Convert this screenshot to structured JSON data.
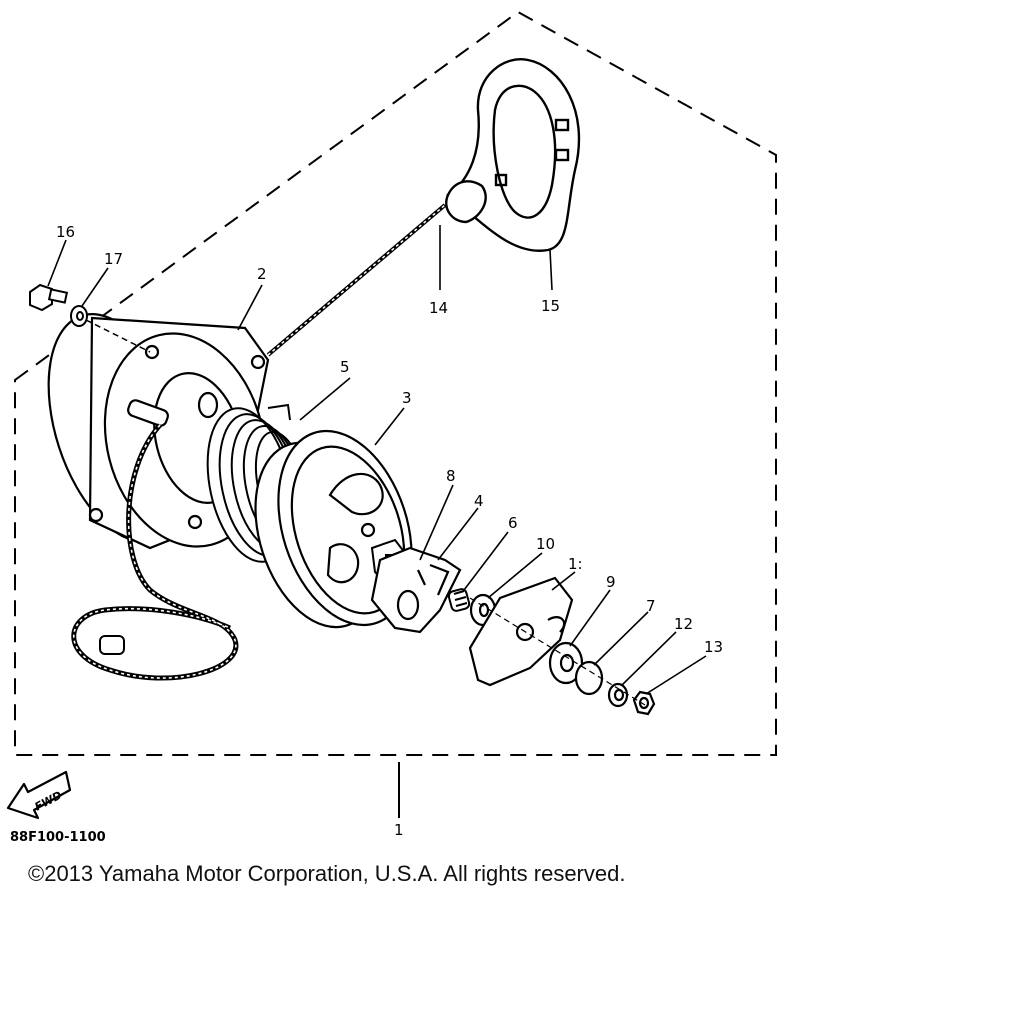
{
  "diagram": {
    "callouts": {
      "p1": "1",
      "p2": "2",
      "p3": "3",
      "p4": "4",
      "p5": "5",
      "p6": "6",
      "p7": "7",
      "p8": "8",
      "p9": "9",
      "p10": "10",
      "p11": "1:",
      "p12": "12",
      "p13": "13",
      "p14": "14",
      "p15": "15",
      "p16": "16",
      "p17": "17"
    },
    "direction_label": "FWD",
    "part_code": "88F100-1100"
  },
  "copyright": "©2013 Yamaha Motor Corporation, U.S.A. All rights reserved."
}
